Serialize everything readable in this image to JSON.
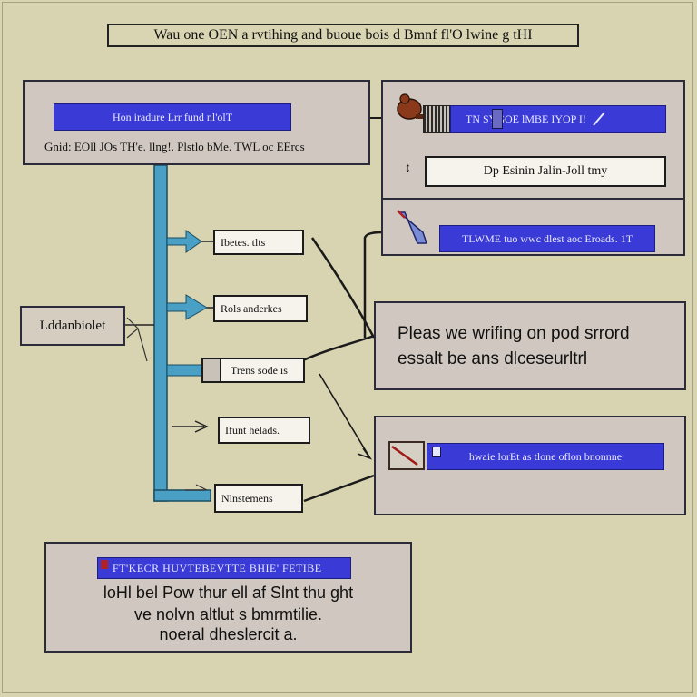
{
  "title": "Wau one OEN a rvtihing and buoue bois d Bmnf fl'O lwine g tHI",
  "top_left_box": {
    "banner": "Hon iradure Lrr fund nl'olT",
    "text": "Gnid: EOll JOs TH'e. llng!. Plstlo bMe. TWL oc EErcs"
  },
  "top_right_box": {
    "banner": "TN    SYGOE lMBE   IYOP I!",
    "input": "Dp  Esinin  Jalin-Joll  tmy",
    "bottom_banner": "TLWME tuo wwc dlest aoc Eroads. 1T"
  },
  "left_node": "Lddanbiolet",
  "branches": [
    "Ibetes.  tlts",
    "Rols anderkes",
    "Trens sode ıs",
    "Ifunt helads.",
    "Nlnstemens"
  ],
  "middle_box": {
    "line1": "Pleas  we  wrifing  on   pod  srrord",
    "line2": "essalt  be  ans dlceseurltrl"
  },
  "right_mid_box": {
    "banner": "hwaie lorEt  as  tlone  oflon  bnonnne"
  },
  "bottom_box": {
    "banner": "FT'KECR HUVTEBEVTTE BHIE' FETIBE",
    "line1": "loHl bel  Pow thur ell  af Slnt  thu ght",
    "line2": "ve nolvn altlut  s bmrmtilie.",
    "line3": "noeral dheslercit  a."
  },
  "colors": {
    "background": "#d8d3b0",
    "box": "#d0c8c0",
    "accent_blue": "#3a3ad6",
    "connector_teal": "#4a9fc4"
  }
}
